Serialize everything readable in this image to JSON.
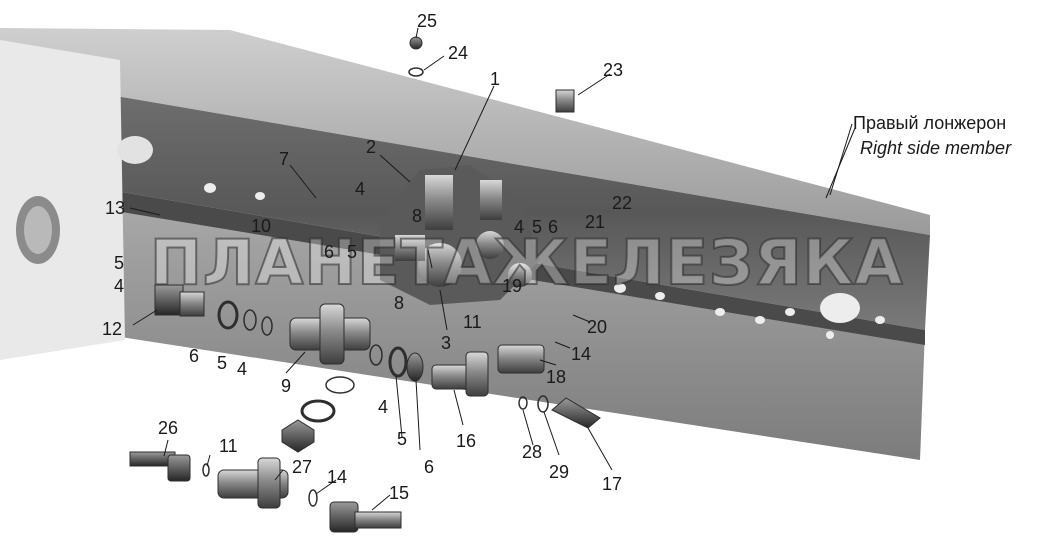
{
  "caption": {
    "ru": "Правый лонжерон",
    "en": "Right side member"
  },
  "watermark": "ПЛАНЕТАЖЕЛЕЗЯКА",
  "callouts": [
    "1",
    "2",
    "3",
    "4",
    "4",
    "4",
    "4",
    "4",
    "5",
    "5",
    "5",
    "5",
    "5",
    "6",
    "6",
    "6",
    "6",
    "7",
    "8",
    "8",
    "9",
    "10",
    "11",
    "11",
    "12",
    "13",
    "14",
    "14",
    "15",
    "16",
    "17",
    "18",
    "19",
    "20",
    "21",
    "22",
    "23",
    "24",
    "25",
    "26",
    "27",
    "28",
    "29"
  ]
}
